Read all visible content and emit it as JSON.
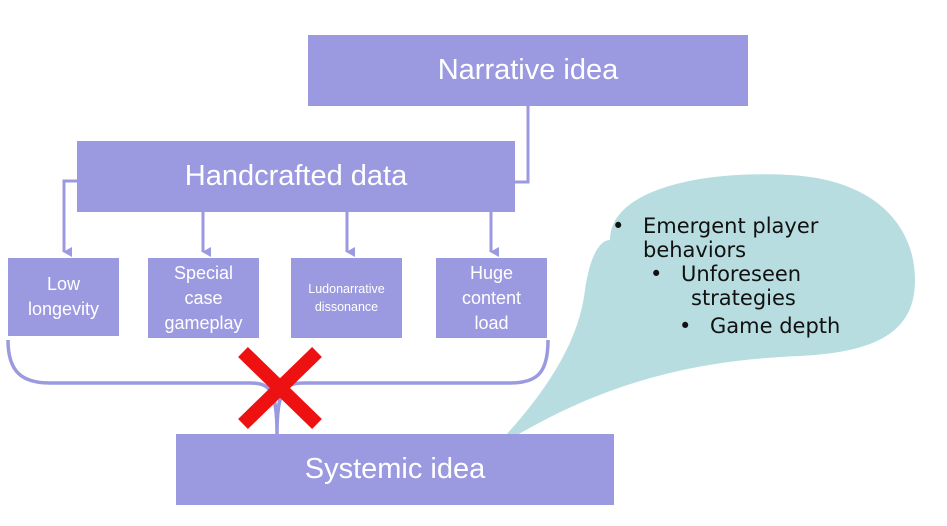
{
  "colors": {
    "box_fill": "#9b9ae0",
    "connector": "#9b9ae0",
    "bubble_fill": "#b7dde0",
    "cross": "#ee1111",
    "box_text": "#ffffff",
    "bubble_text": "#111111"
  },
  "nodes": {
    "narrative": "Narrative idea",
    "handcrafted": "Handcrafted data",
    "systemic": "Systemic idea",
    "consequences": [
      {
        "lines": [
          "Low",
          "longevity"
        ]
      },
      {
        "lines": [
          "Special",
          "case",
          "gameplay"
        ]
      },
      {
        "lines": [
          "Ludonarrative",
          "dissonance"
        ]
      },
      {
        "lines": [
          "Huge",
          "content",
          "load"
        ]
      }
    ]
  },
  "cross_icon": "blocked-x-icon",
  "speech_bubble": {
    "bullets": [
      {
        "level": 0,
        "lines": [
          "Emergent player",
          "behaviors"
        ]
      },
      {
        "level": 1,
        "lines": [
          "Unforeseen",
          "strategies"
        ]
      },
      {
        "level": 2,
        "lines": [
          "Game depth"
        ]
      }
    ],
    "bullet_glyph": "•"
  }
}
